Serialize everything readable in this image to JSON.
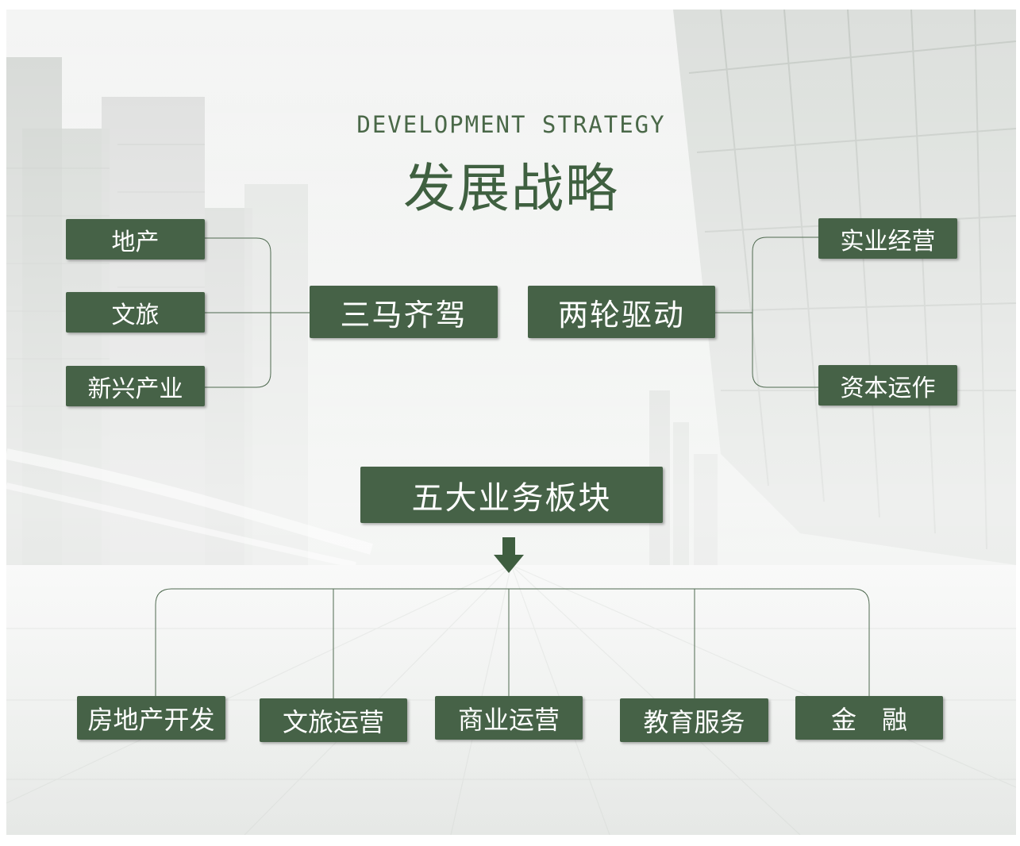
{
  "header": {
    "subtitle_en": "DEVELOPMENT STRATEGY",
    "title_cn": "发展战略"
  },
  "left_group": {
    "main": "三马齐驾",
    "items": [
      "地产",
      "文旅",
      "新兴产业"
    ]
  },
  "right_group": {
    "main": "两轮驱动",
    "items": [
      "实业经营",
      "资本运作"
    ]
  },
  "bottom_group": {
    "main": "五大业务板块",
    "items": [
      "房地产开发",
      "文旅运营",
      "商业运营",
      "教育服务",
      "金　融"
    ]
  },
  "colors": {
    "box_fill": "#466247",
    "title_green": "#3f6040",
    "connector": "#4f6a50"
  }
}
